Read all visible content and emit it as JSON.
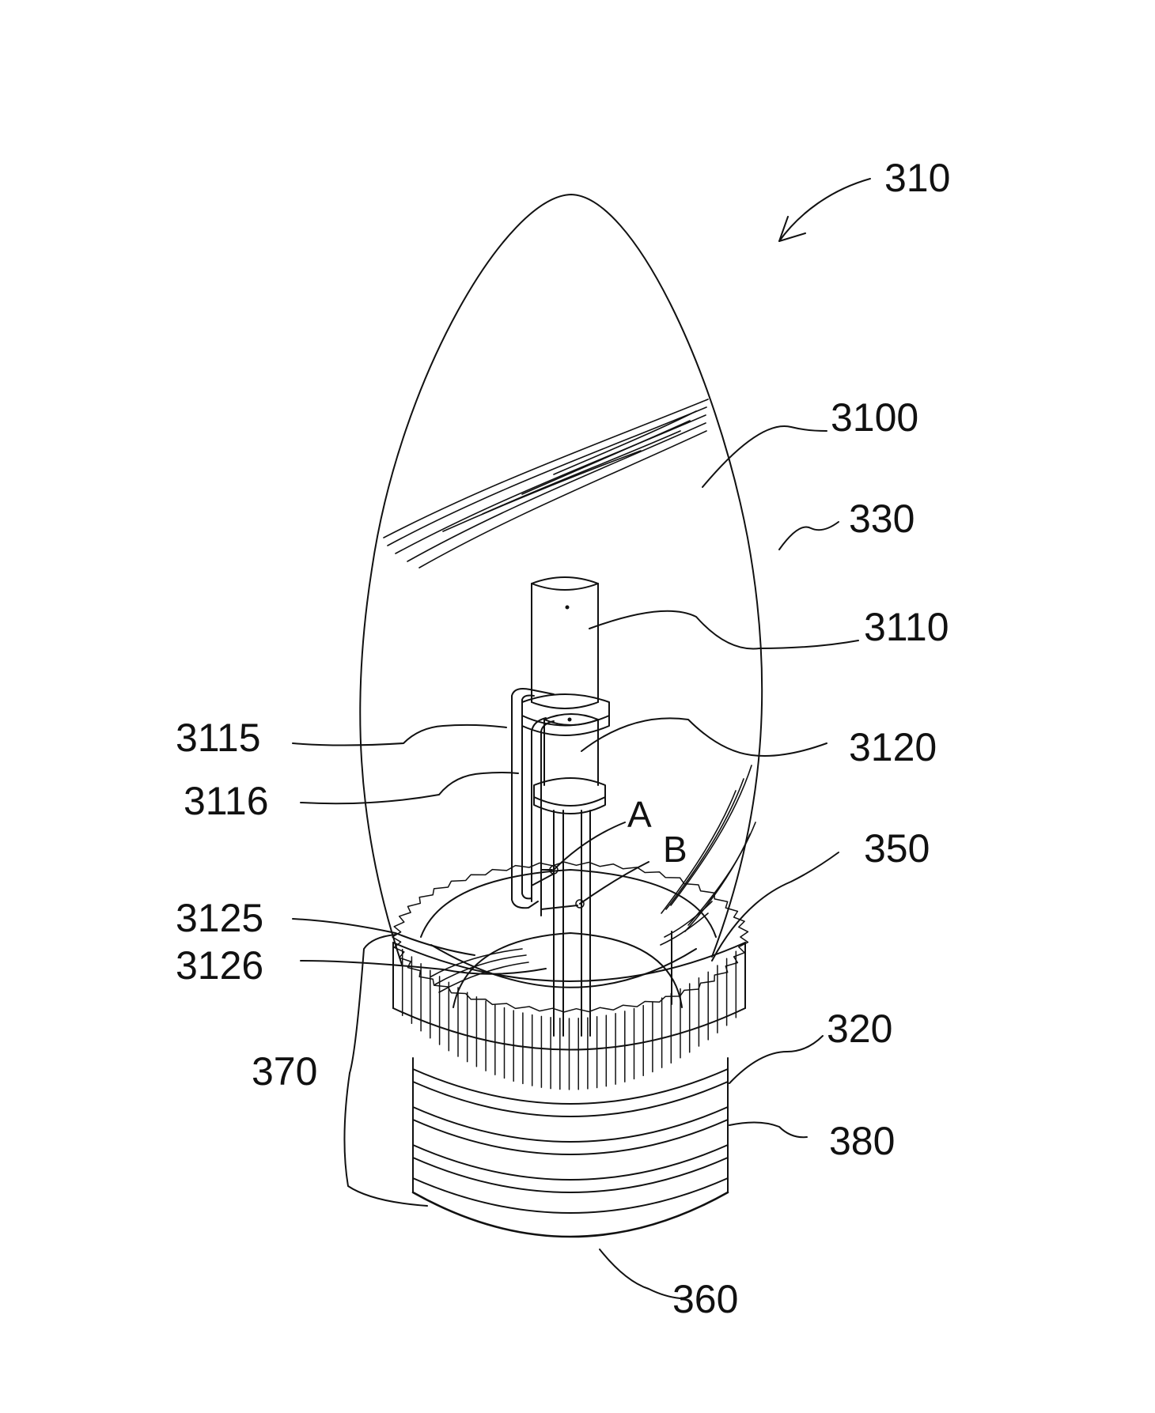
{
  "figure": {
    "labels": {
      "l310": "310",
      "l3100": "3100",
      "l330": "330",
      "l3110": "3110",
      "l3115": "3115",
      "l3120": "3120",
      "l3116": "3116",
      "lA": "A",
      "lB": "B",
      "l350": "350",
      "l3125": "3125",
      "l3126": "3126",
      "l370": "370",
      "l320": "320",
      "l380": "380",
      "l360": "360"
    }
  },
  "colors": {
    "ink": "#111111",
    "background": "#ffffff"
  }
}
